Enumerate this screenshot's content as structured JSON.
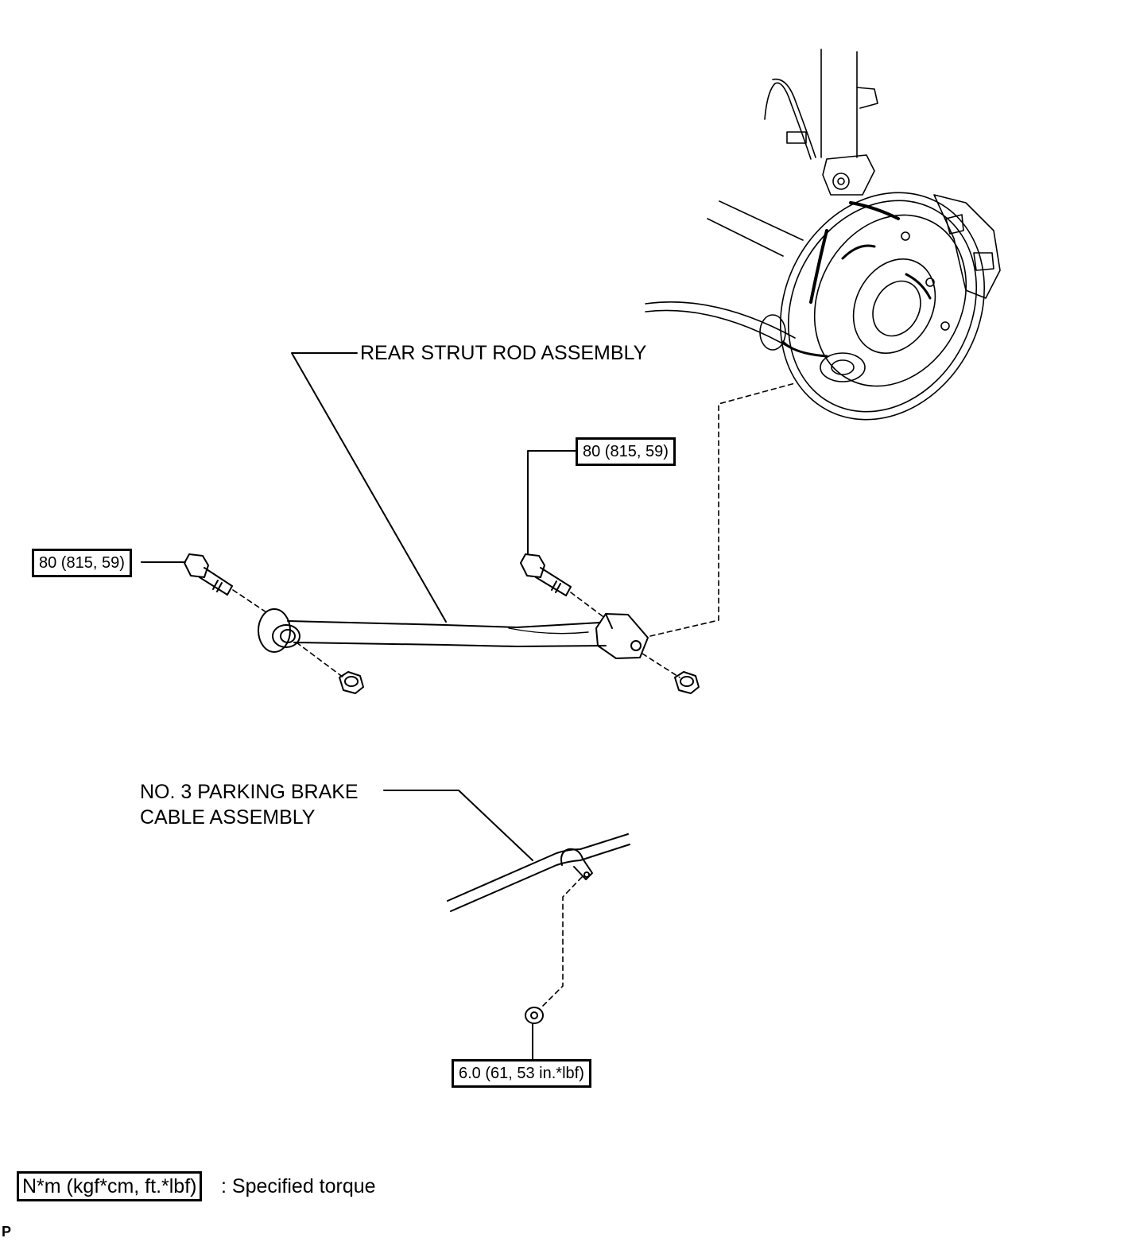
{
  "labels": {
    "rear_strut_rod": "REAR STRUT ROD ASSEMBLY",
    "parking_cable_line1": "NO. 3 PARKING BRAKE",
    "parking_cable_line2": "CABLE ASSEMBLY"
  },
  "torque": {
    "strut_rod_bolt_left": "80 (815, 59)",
    "strut_rod_bolt_right": "80 (815, 59)",
    "cable_clamp_bolt": "6.0 (61, 53 in.*lbf)"
  },
  "legend": {
    "unit_box": "N*m (kgf*cm, ft.*lbf)",
    "meaning": ": Specified torque"
  },
  "figure_code": "P"
}
